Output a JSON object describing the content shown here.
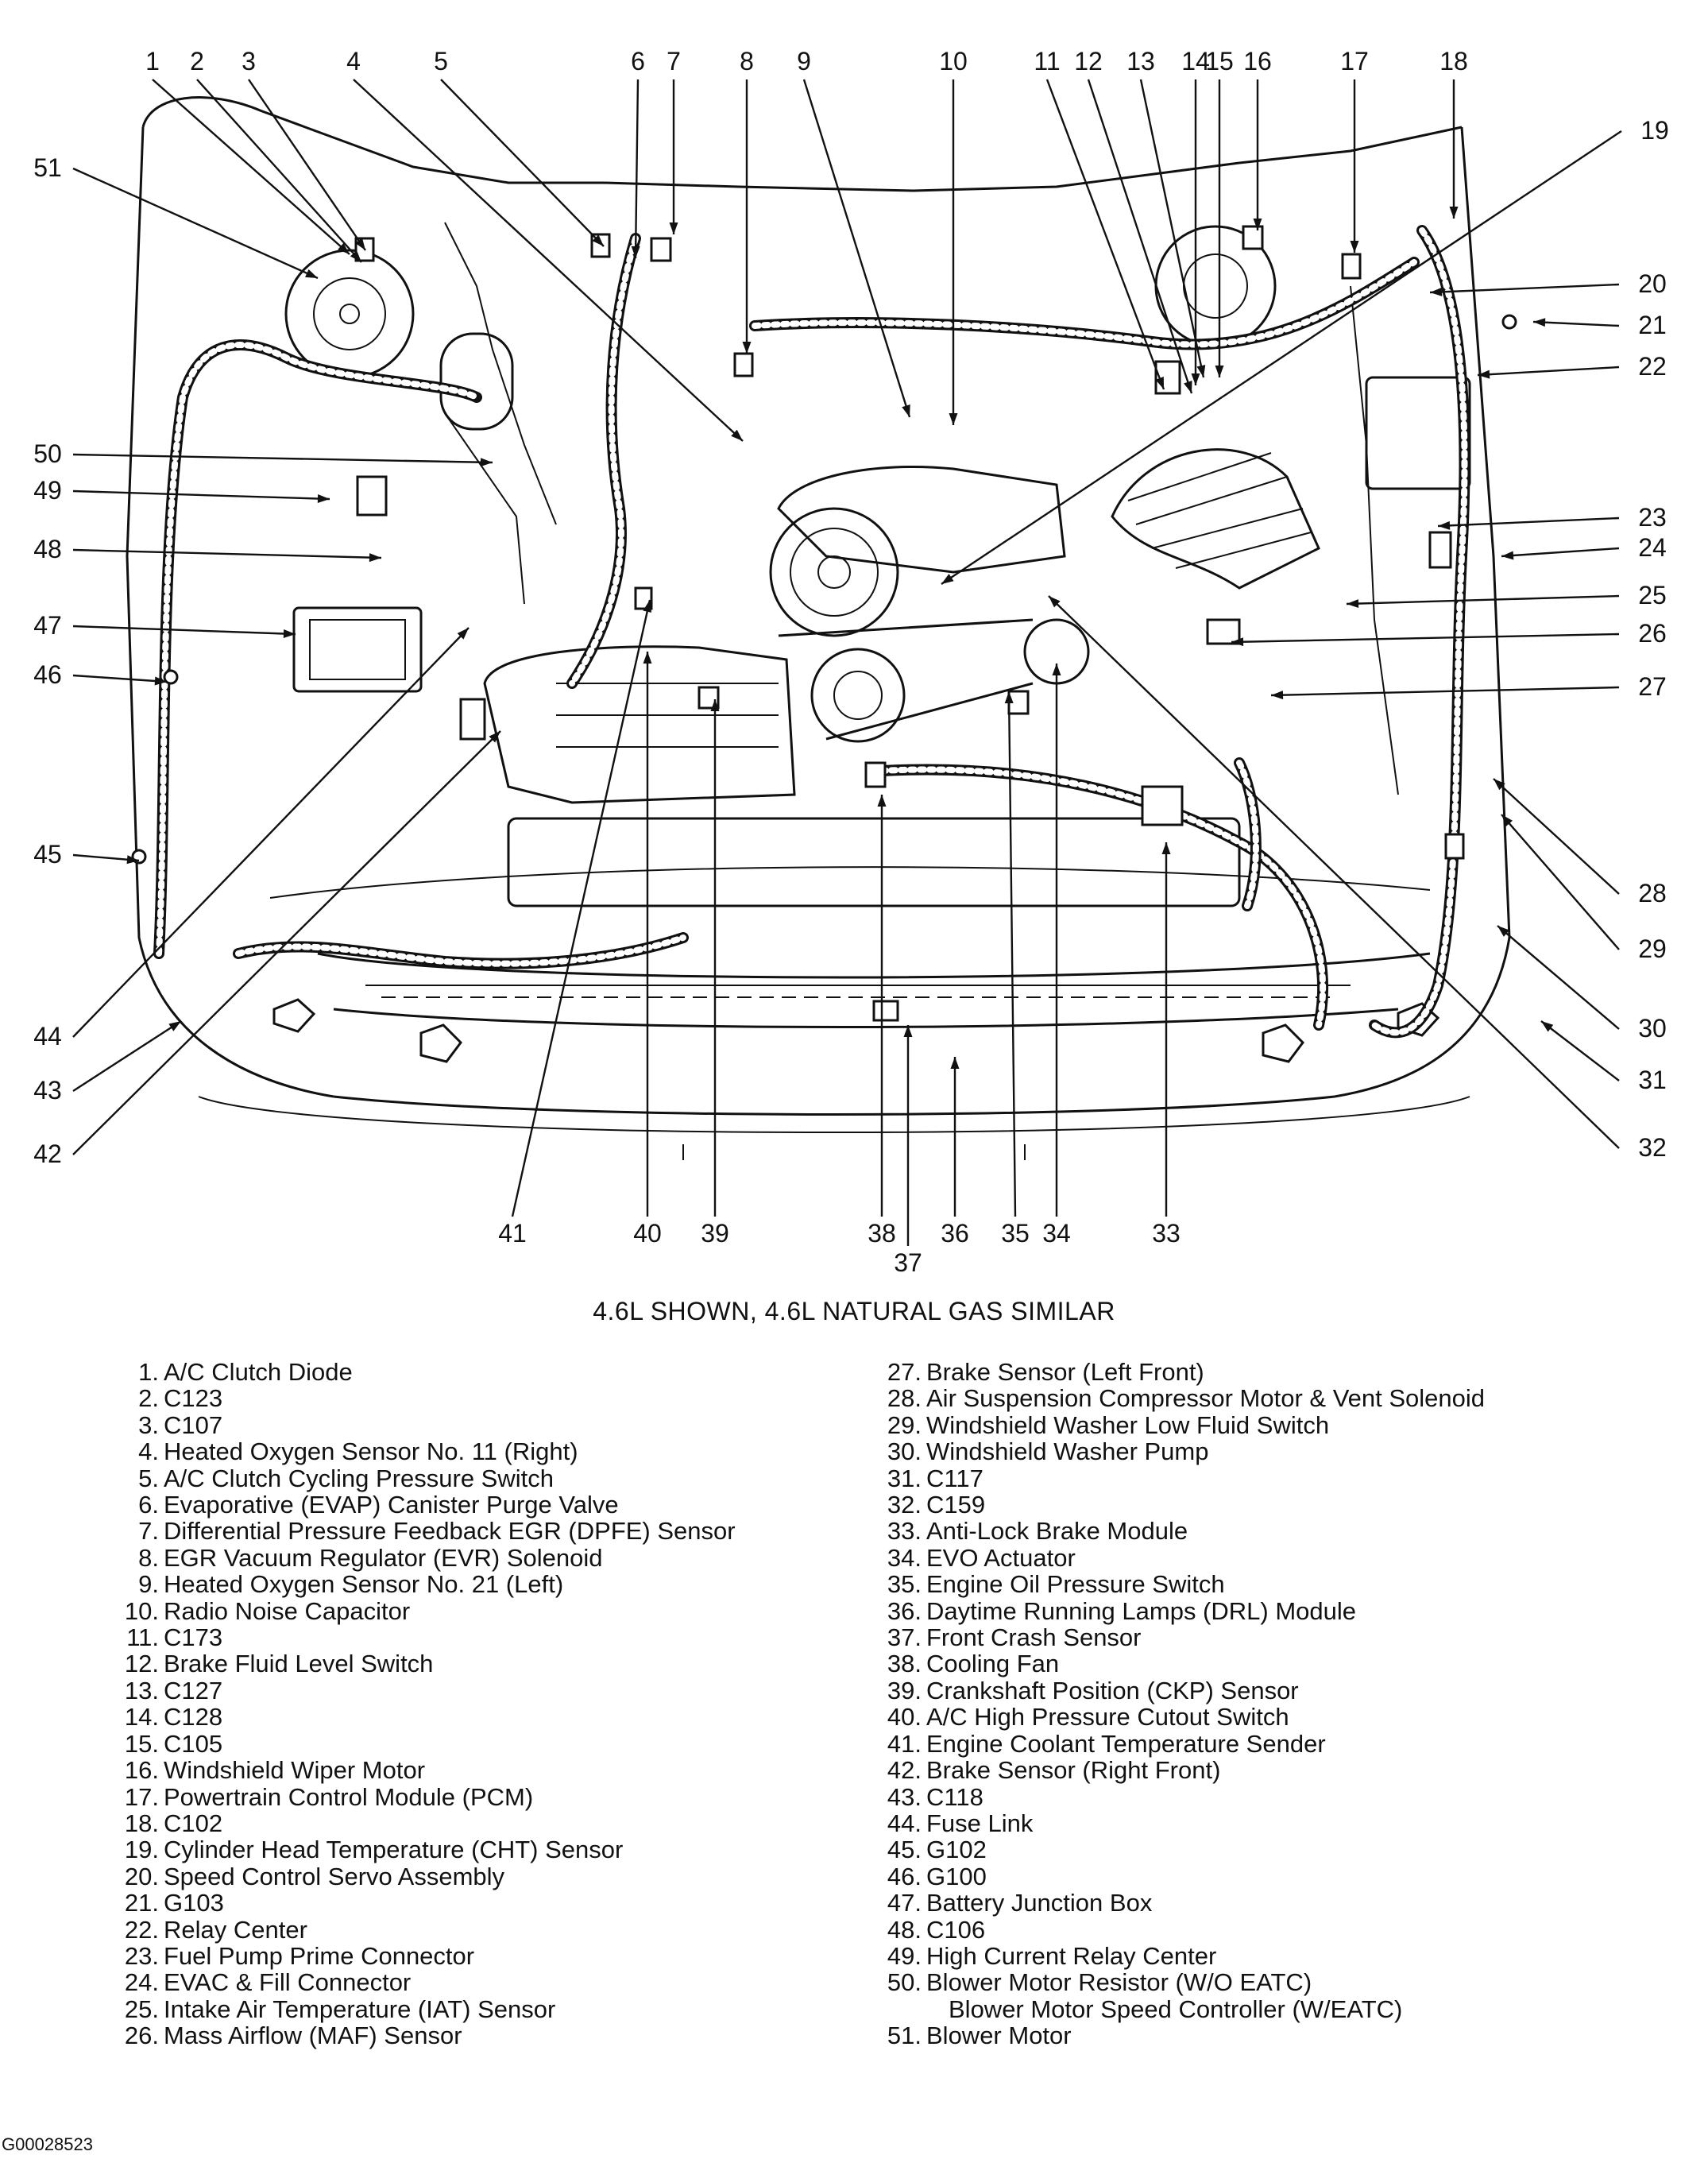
{
  "caption": "4.6L SHOWN, 4.6L NATURAL GAS SIMILAR",
  "image_code": "G00028523",
  "callouts": [
    {
      "num": "1",
      "label": "A/C Clutch Diode"
    },
    {
      "num": "2",
      "label": "C123"
    },
    {
      "num": "3",
      "label": "C107"
    },
    {
      "num": "4",
      "label": "Heated Oxygen Sensor No. 11 (Right)"
    },
    {
      "num": "5",
      "label": "A/C Clutch Cycling Pressure Switch"
    },
    {
      "num": "6",
      "label": "Evaporative (EVAP) Canister Purge Valve"
    },
    {
      "num": "7",
      "label": "Differential Pressure Feedback EGR (DPFE) Sensor"
    },
    {
      "num": "8",
      "label": "EGR Vacuum Regulator (EVR) Solenoid"
    },
    {
      "num": "9",
      "label": "Heated Oxygen Sensor No. 21 (Left)"
    },
    {
      "num": "10",
      "label": "Radio Noise Capacitor"
    },
    {
      "num": "11",
      "label": "C173"
    },
    {
      "num": "12",
      "label": "Brake Fluid Level Switch"
    },
    {
      "num": "13",
      "label": "C127"
    },
    {
      "num": "14",
      "label": "C128"
    },
    {
      "num": "15",
      "label": "C105"
    },
    {
      "num": "16",
      "label": "Windshield Wiper Motor"
    },
    {
      "num": "17",
      "label": "Powertrain Control Module (PCM)"
    },
    {
      "num": "18",
      "label": "C102"
    },
    {
      "num": "19",
      "label": "Cylinder Head Temperature (CHT) Sensor"
    },
    {
      "num": "20",
      "label": "Speed Control Servo Assembly"
    },
    {
      "num": "21",
      "label": "G103"
    },
    {
      "num": "22",
      "label": "Relay Center"
    },
    {
      "num": "23",
      "label": "Fuel Pump Prime Connector"
    },
    {
      "num": "24",
      "label": "EVAC & Fill Connector"
    },
    {
      "num": "25",
      "label": "Intake Air Temperature (IAT) Sensor"
    },
    {
      "num": "26",
      "label": "Mass Airflow (MAF) Sensor"
    },
    {
      "num": "27",
      "label": "Brake Sensor (Left Front)"
    },
    {
      "num": "28",
      "label": "Air Suspension Compressor Motor & Vent Solenoid"
    },
    {
      "num": "29",
      "label": "Windshield Washer Low Fluid Switch"
    },
    {
      "num": "30",
      "label": "Windshield Washer Pump"
    },
    {
      "num": "31",
      "label": "C117"
    },
    {
      "num": "32",
      "label": "C159"
    },
    {
      "num": "33",
      "label": "Anti-Lock Brake Module"
    },
    {
      "num": "34",
      "label": "EVO Actuator"
    },
    {
      "num": "35",
      "label": "Engine Oil Pressure Switch"
    },
    {
      "num": "36",
      "label": "Daytime Running Lamps (DRL) Module"
    },
    {
      "num": "37",
      "label": "Front Crash Sensor"
    },
    {
      "num": "38",
      "label": "Cooling Fan"
    },
    {
      "num": "39",
      "label": "Crankshaft Position (CKP) Sensor"
    },
    {
      "num": "40",
      "label": "A/C High Pressure Cutout Switch"
    },
    {
      "num": "41",
      "label": "Engine Coolant Temperature Sender"
    },
    {
      "num": "42",
      "label": "Brake Sensor (Right Front)"
    },
    {
      "num": "43",
      "label": "C118"
    },
    {
      "num": "44",
      "label": "Fuse Link"
    },
    {
      "num": "45",
      "label": "G102"
    },
    {
      "num": "46",
      "label": "G100"
    },
    {
      "num": "47",
      "label": "Battery Junction Box"
    },
    {
      "num": "48",
      "label": "C106"
    },
    {
      "num": "49",
      "label": "High Current Relay Center"
    },
    {
      "num": "50",
      "label": "Blower Motor Resistor (W/O EATC)",
      "continuation": "Blower Motor Speed Controller (W/EATC)"
    },
    {
      "num": "51",
      "label": "Blower Motor"
    }
  ]
}
